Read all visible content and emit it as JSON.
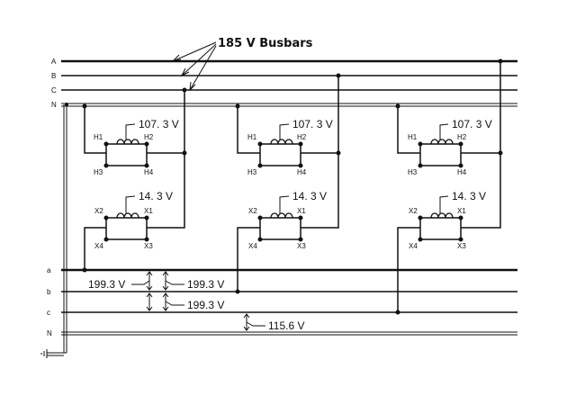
{
  "diagram": {
    "title": "185 V Busbars",
    "primary_buses": [
      "A",
      "B",
      "C",
      "N"
    ],
    "secondary_buses": [
      "a",
      "b",
      "c",
      "N"
    ],
    "transformers": [
      {
        "primary_voltage": "107. 3 V",
        "secondary_voltage": "14. 3 V",
        "h_terminals": [
          "H1",
          "H2",
          "H3",
          "H4"
        ],
        "x_terminals": [
          "X2",
          "X1",
          "X4",
          "X3"
        ]
      },
      {
        "primary_voltage": "107. 3 V",
        "secondary_voltage": "14. 3 V",
        "h_terminals": [
          "H1",
          "H2",
          "H3",
          "H4"
        ],
        "x_terminals": [
          "X2",
          "X1",
          "X4",
          "X3"
        ]
      },
      {
        "primary_voltage": "107. 3 V",
        "secondary_voltage": "14. 3 V",
        "h_terminals": [
          "H1",
          "H2",
          "H3",
          "H4"
        ],
        "x_terminals": [
          "X2",
          "X1",
          "X4",
          "X3"
        ]
      }
    ],
    "measurements": {
      "ab": "199.3 V",
      "bc_1": "199.3 V",
      "bc_2": "199.3 V",
      "cn": "115.6 V"
    }
  }
}
